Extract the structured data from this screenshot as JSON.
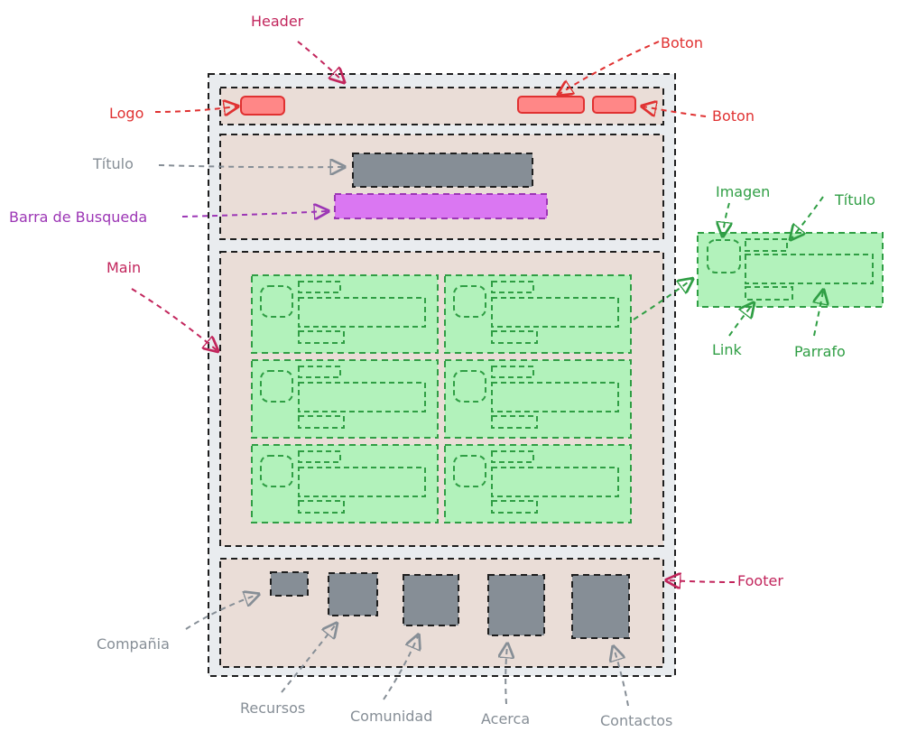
{
  "colors": {
    "red": "#e03131",
    "crimson": "#c2255c",
    "gray": "#868e96",
    "purple": "#9c36b5",
    "green": "#2f9e44",
    "section_fill": "#eaddd7",
    "outer_fill": "#e9ecef",
    "card_fill": "#b2f2bb",
    "red_fill": "#ff8787",
    "purple_fill": "#da77f2",
    "gray_fill": "#868e96"
  },
  "labels": {
    "header": "Header",
    "boton_top": "Boton",
    "boton_right": "Boton",
    "logo": "Logo",
    "titulo": "Título",
    "barra": "Barra de Busqueda",
    "main": "Main",
    "imagen": "Imagen",
    "card_titulo": "Título",
    "link": "Link",
    "parrafo": "Parrafo",
    "footer": "Footer",
    "compania": "Compañia",
    "recursos": "Recursos",
    "comunidad": "Comunidad",
    "acerca": "Acerca",
    "contactos": "Contactos"
  },
  "main": {
    "card_count": 6,
    "columns": 2
  }
}
